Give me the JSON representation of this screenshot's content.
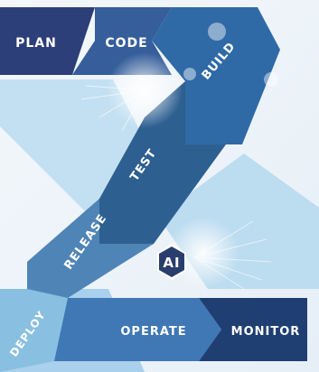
{
  "stages": {
    "plan": "PLAN",
    "code": "CODE",
    "build": "BUILD",
    "test": "TEST",
    "release": "RELEASE",
    "deploy": "DEPLOY",
    "operate": "OPERATE",
    "monitor": "MONITOR"
  },
  "center_badge": "AI",
  "colors": {
    "plan": "#2d3f78",
    "code": "#355e9a",
    "build": "#2f6aa6",
    "test": "#2e5f91",
    "release": "#4f84b6",
    "deploy": "#89bfe0",
    "operate": "#3f78b5",
    "monitor": "#1f3f73",
    "badge": "#293e6c",
    "light_band": "#b6d9ef"
  }
}
